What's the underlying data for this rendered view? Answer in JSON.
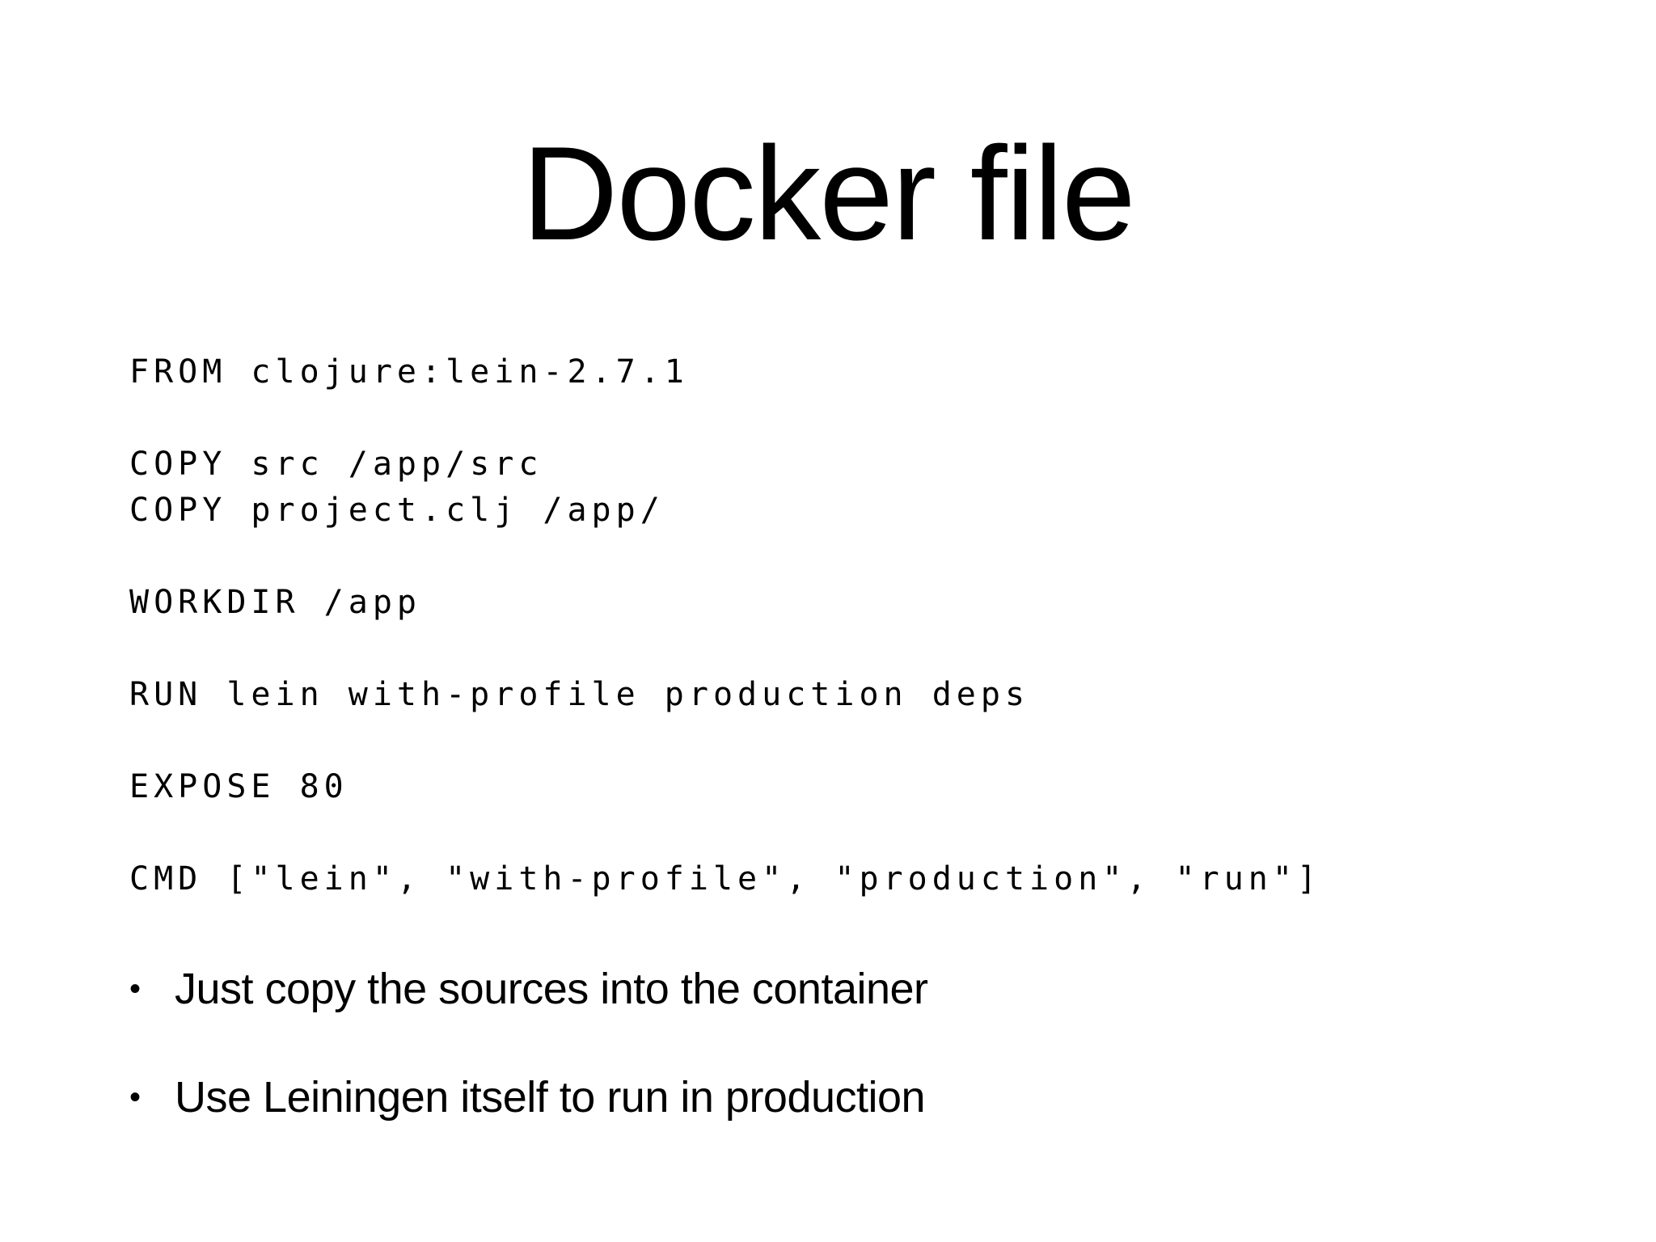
{
  "slide": {
    "title": "Docker file",
    "code": {
      "lines": [
        "FROM clojure:lein-2.7.1",
        "",
        "COPY src /app/src",
        "COPY project.clj /app/",
        "",
        "WORKDIR /app",
        "",
        "RUN lein with-profile production deps",
        "",
        "EXPOSE 80",
        "",
        "CMD [\"lein\", \"with-profile\", \"production\", \"run\"]"
      ]
    },
    "bullets": {
      "marker": "•",
      "items": [
        "Just copy the sources into the container",
        "Use Leiningen itself to run in production"
      ]
    },
    "colors": {
      "background": "#ffffff",
      "text": "#000000"
    }
  }
}
